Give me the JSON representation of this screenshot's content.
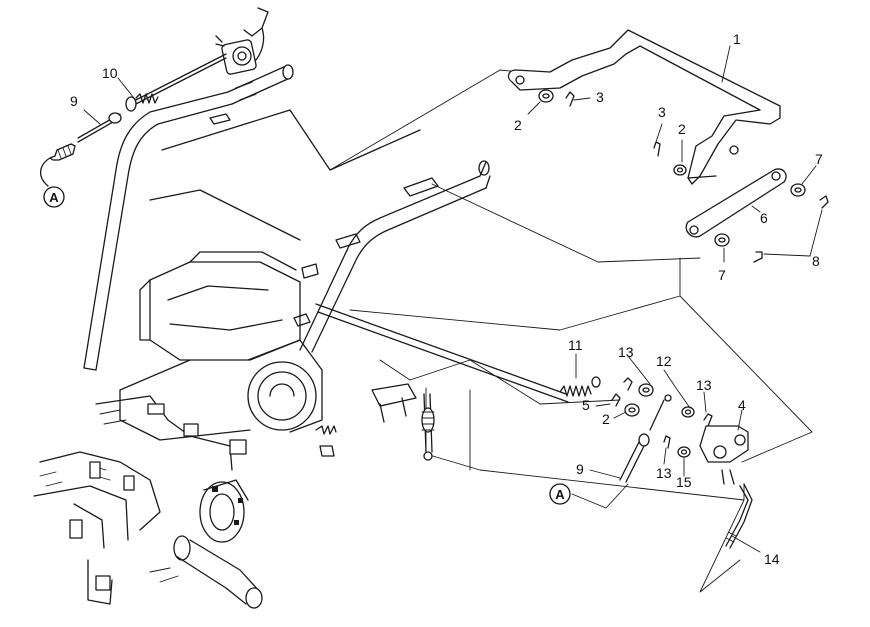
{
  "diagram": {
    "callouts": {
      "c1": "1",
      "c2a": "2",
      "c2b": "2",
      "c2c": "2",
      "c3a": "3",
      "c3b": "3",
      "c4": "4",
      "c5": "5",
      "c6": "6",
      "c7a": "7",
      "c7b": "7",
      "c8": "8",
      "c9a": "9",
      "c9b": "9",
      "c10": "10",
      "c11": "11",
      "c12": "12",
      "c13a": "13",
      "c13b": "13",
      "c13c": "13",
      "c14": "14",
      "c15": "15"
    },
    "refs": {
      "a_top": "A",
      "a_bottom": "A"
    }
  }
}
